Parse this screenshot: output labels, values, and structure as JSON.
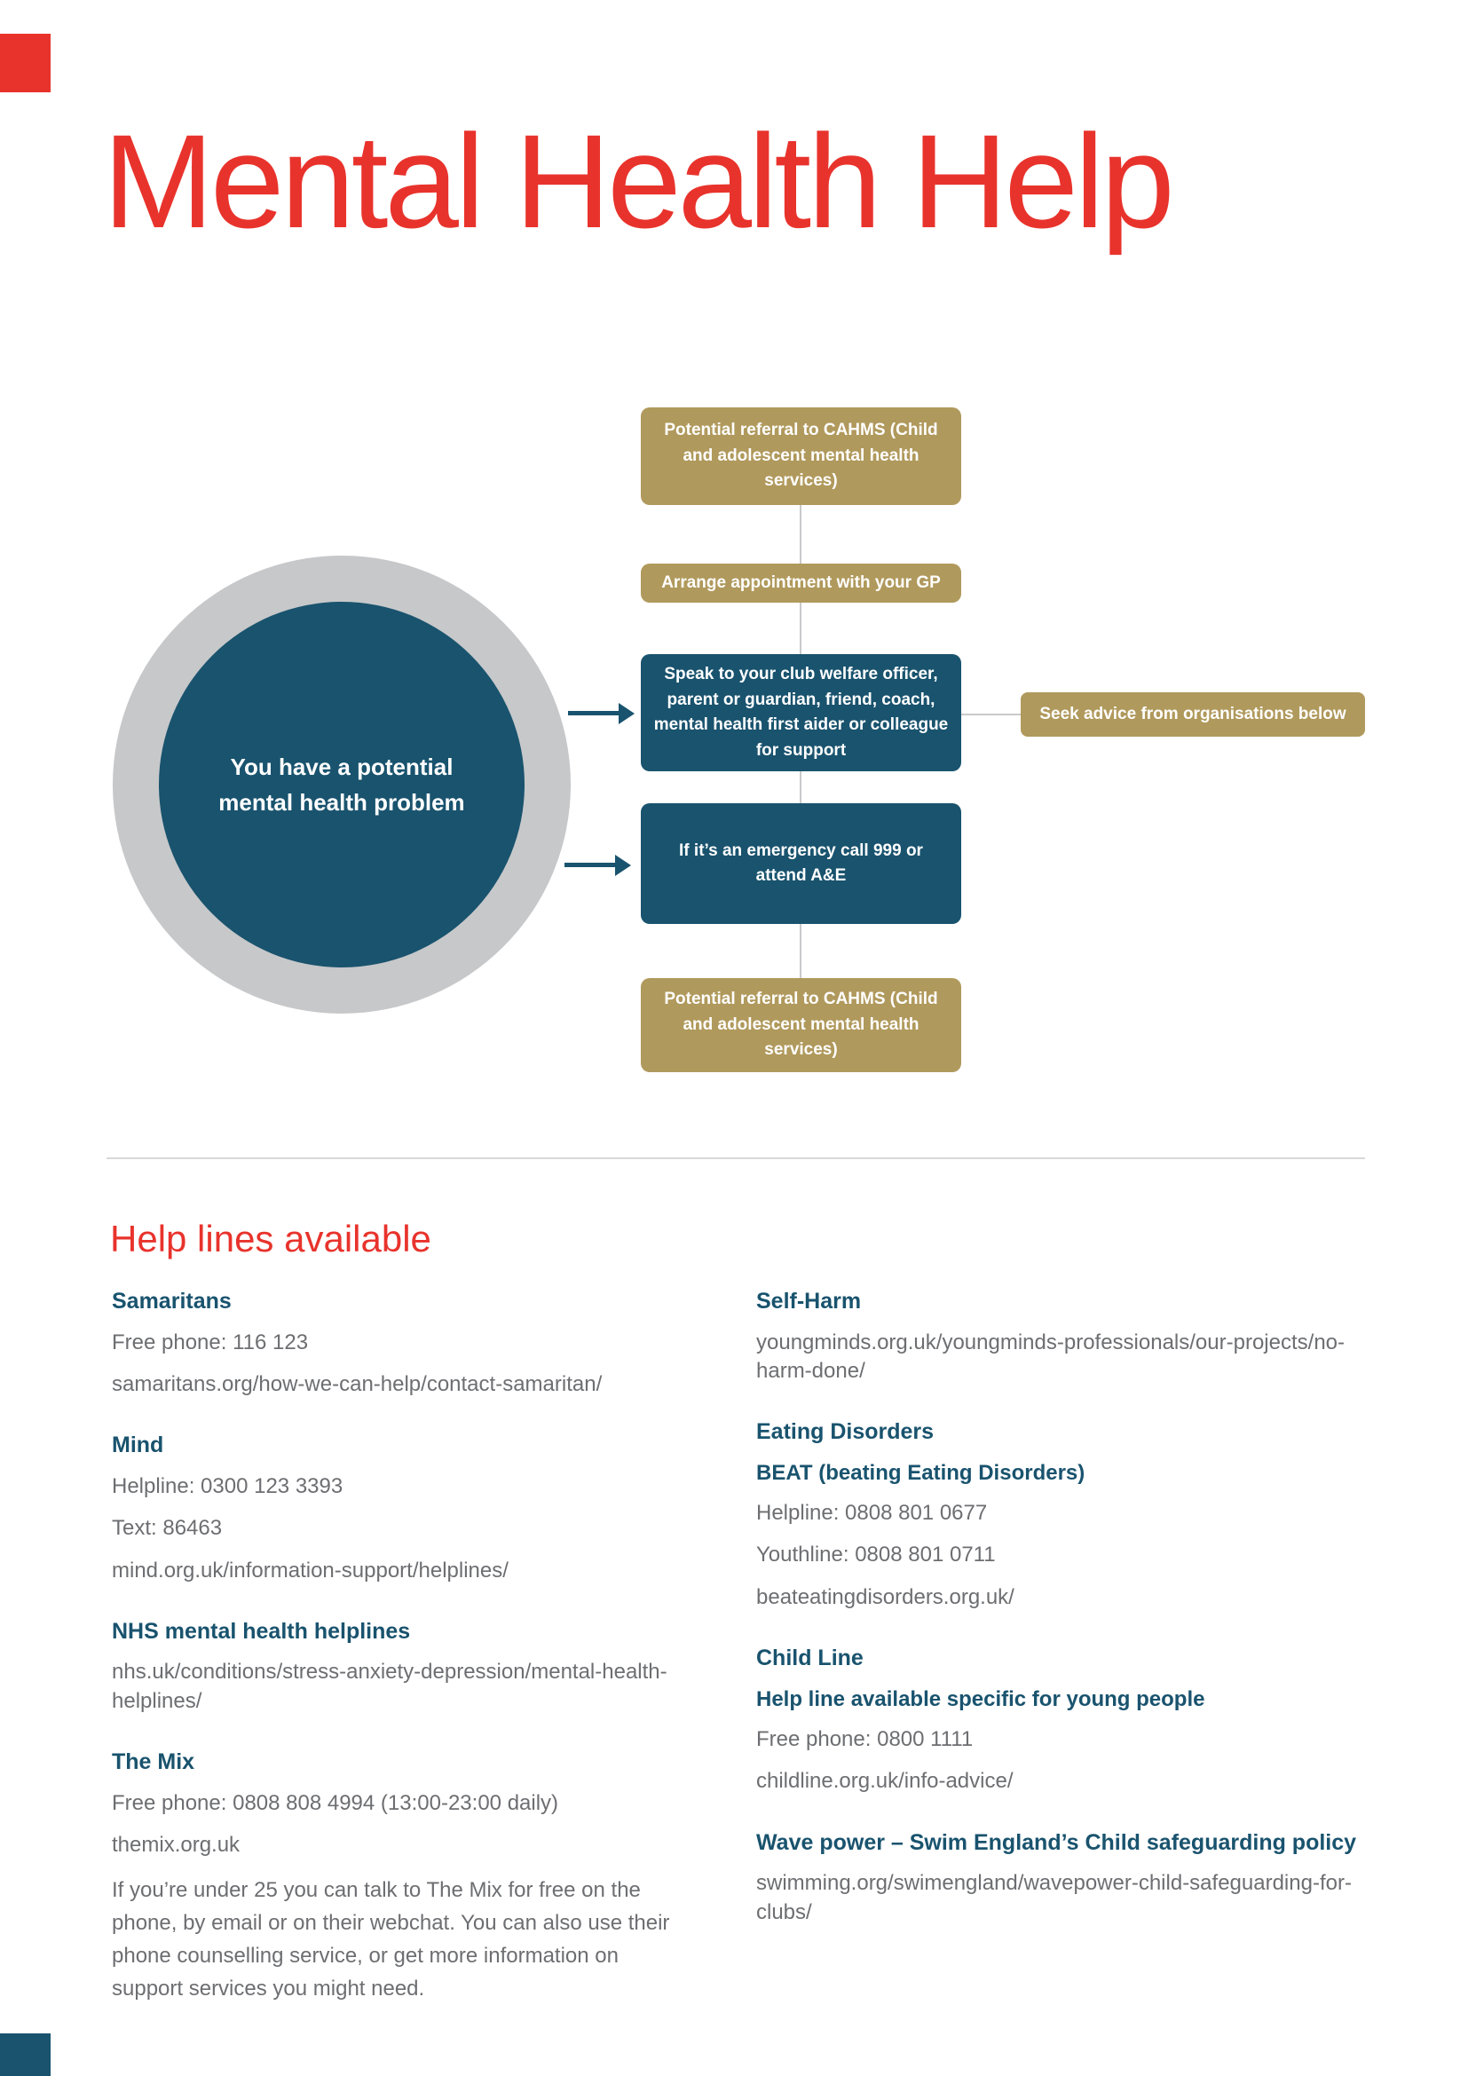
{
  "title": "Mental Health Help",
  "colors": {
    "red": "#e8332c",
    "gold": "#b0995c",
    "navy": "#19536e",
    "body_gray": "#6d6e71",
    "ring_gray": "#c7c8ca"
  },
  "flowchart": {
    "cahms_top": "Potential referral to CAHMS (Child and adolescent mental health services)",
    "gp": "Arrange appointment with your GP",
    "speak": "Speak to your club welfare officer, parent or guardian, friend, coach, mental health first aider or colleague for support",
    "seek_advice": "Seek advice from organisations below",
    "emergency": "If it’s an emergency call 999 or attend A&E",
    "cahms_bottom": "Potential referral to CAHMS (Child and adolescent mental health services)",
    "circle": "You have a potential mental health problem"
  },
  "helplines": {
    "title": "Help lines available",
    "left": [
      {
        "heading": "Samaritans",
        "lines": [
          "Free phone: 116 123",
          "samaritans.org/how-we-can-help/contact-samaritan/"
        ]
      },
      {
        "heading": "Mind",
        "lines": [
          "Helpline: 0300 123 3393",
          "Text: 86463",
          "mind.org.uk/information-support/helplines/"
        ]
      },
      {
        "heading": "NHS mental health helplines",
        "lines": [
          "nhs.uk/conditions/stress-anxiety-depression/mental-health-helplines/"
        ]
      },
      {
        "heading": "The Mix",
        "lines": [
          "Free phone: 0808 808 4994 (13:00-23:00 daily)",
          "themix.org.uk"
        ],
        "paragraph": "If you’re under 25 you can talk to The Mix for free on the phone, by email or on their webchat. You can also use their phone counselling service, or get more information on support services you might need."
      }
    ],
    "right": [
      {
        "heading": "Self-Harm",
        "lines": [
          "youngminds.org.uk/youngminds-professionals/our-projects/no-harm-done/"
        ]
      },
      {
        "heading": "Eating Disorders",
        "subheading": "BEAT (beating Eating Disorders)",
        "lines": [
          "Helpline: 0808 801 0677",
          "Youthline: 0808 801 0711",
          "beateatingdisorders.org.uk/"
        ]
      },
      {
        "heading": "Child Line",
        "subheading": "Help line available specific for young people",
        "lines": [
          "Free phone: 0800 1111",
          "childline.org.uk/info-advice/"
        ]
      },
      {
        "heading": "Wave power – Swim England’s Child safeguarding policy",
        "lines": [
          "swimming.org/swimengland/wavepower-child-safeguarding-for-clubs/"
        ]
      }
    ]
  }
}
